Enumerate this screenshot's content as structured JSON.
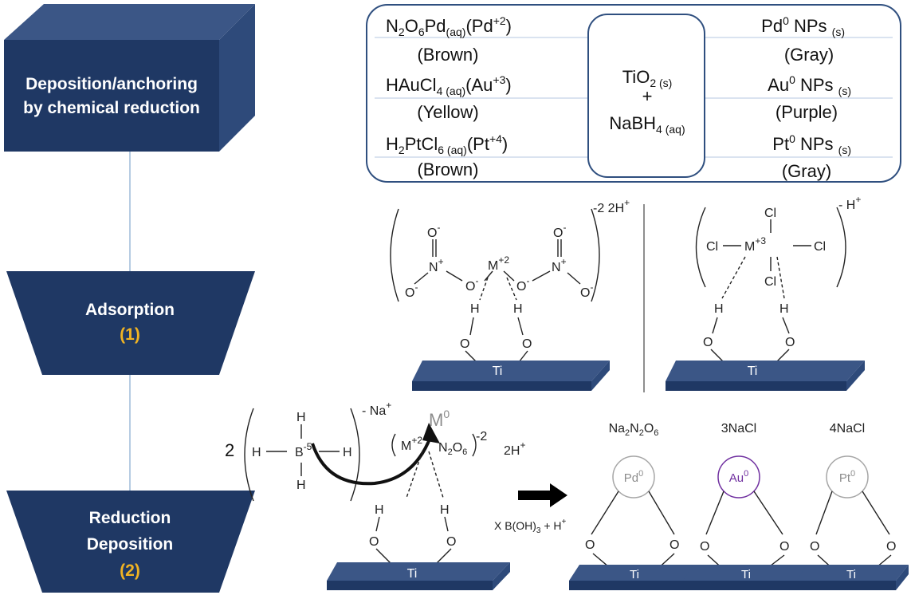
{
  "flow": {
    "step_top": "Deposition/anchoring",
    "step_top_2": "by chemical reduction",
    "step_mid": "Adsorption",
    "step_mid_num": "(1)",
    "step_bot": "Reduction",
    "step_bot_2": "Deposition",
    "step_bot_num": "(2)"
  },
  "precursor_box": {
    "left": [
      {
        "base": "N",
        "s1": "2",
        "b2": "O",
        "s2": "6",
        "b3": "Pd",
        "s3": "(aq)",
        "b4": "(Pd",
        "sup": "+2",
        "b5": ")",
        "color": "(Brown)"
      },
      {
        "base": "HAuCl",
        "s1": "4 (aq)",
        "b4": "(Au",
        "sup": "+3",
        "b5": ")",
        "color": "(Yellow)"
      },
      {
        "base": "H",
        "s1": "2",
        "b2": "PtCl",
        "s2": "6 (aq)",
        "b4": "(Pt",
        "sup": "+4",
        "b5": ")",
        "color": "(Brown)"
      }
    ],
    "center_1": "TiO",
    "center_1_sub": "2 (s)",
    "center_plus": "+",
    "center_2": "NaBH",
    "center_2_sub": "4 (aq)",
    "right": [
      {
        "base": "Pd",
        "sup": "0",
        "mid": " NPs ",
        "sub": "(s)",
        "color": "(Gray)"
      },
      {
        "base": "Au",
        "sup": "0",
        "mid": " NPs ",
        "sub": "(s)",
        "color": "(Purple)"
      },
      {
        "base": "Pt",
        "sup": "0",
        "mid": " NPs ",
        "sub": "(s)",
        "color": "(Gray)"
      }
    ]
  },
  "adsorption": {
    "nitrate_charge": "-2 2H",
    "nitrate_charge_sup": "+",
    "metal2": "M",
    "metal2_sup": "+2",
    "n_plus": "N",
    "o": "O",
    "minus": "-",
    "plus": "+",
    "h": "H",
    "ti": "Ti",
    "cl": "Cl",
    "metal3": "M",
    "metal3_sup": "+3",
    "chloro_charge": "- H",
    "chloro_charge_sup": "+"
  },
  "reduction": {
    "coef": "2",
    "boron": "B",
    "boron_sup": "-5",
    "na_charge": "- Na",
    "na_sup": "+",
    "m0": "M",
    "m0_sup": "0",
    "complex_m": "M",
    "complex_m_sup": "+2",
    "complex_n": "N",
    "complex_n_sub1": "2",
    "complex_o": "O",
    "complex_o_sub": "6",
    "complex_charge": "-2",
    "complex_h": "2H",
    "complex_h_sup": "+",
    "byproduct": "X B(OH)",
    "byproduct_sub": "3",
    "byproduct_end": " + H",
    "byproduct_sup": "+"
  },
  "products": [
    {
      "salt": "Na",
      "salt_s1": "2",
      "salt_m": "N",
      "salt_s2": "2",
      "salt_e": "O",
      "salt_s3": "6",
      "metal": "Pd",
      "metal_sup": "0"
    },
    {
      "salt": "3NaCl",
      "metal": "Au",
      "metal_sup": "0"
    },
    {
      "salt": "4NaCl",
      "metal": "Pt",
      "metal_sup": "0"
    }
  ],
  "colors": {
    "navy": "#1f3864",
    "navy_side": "#2e4a7a",
    "navy_top": "#3b5686",
    "gold": "#f0b323",
    "purple": "#7030a0",
    "gray_circle": "#a6a6a6",
    "box_border": "#2f4f7f"
  }
}
